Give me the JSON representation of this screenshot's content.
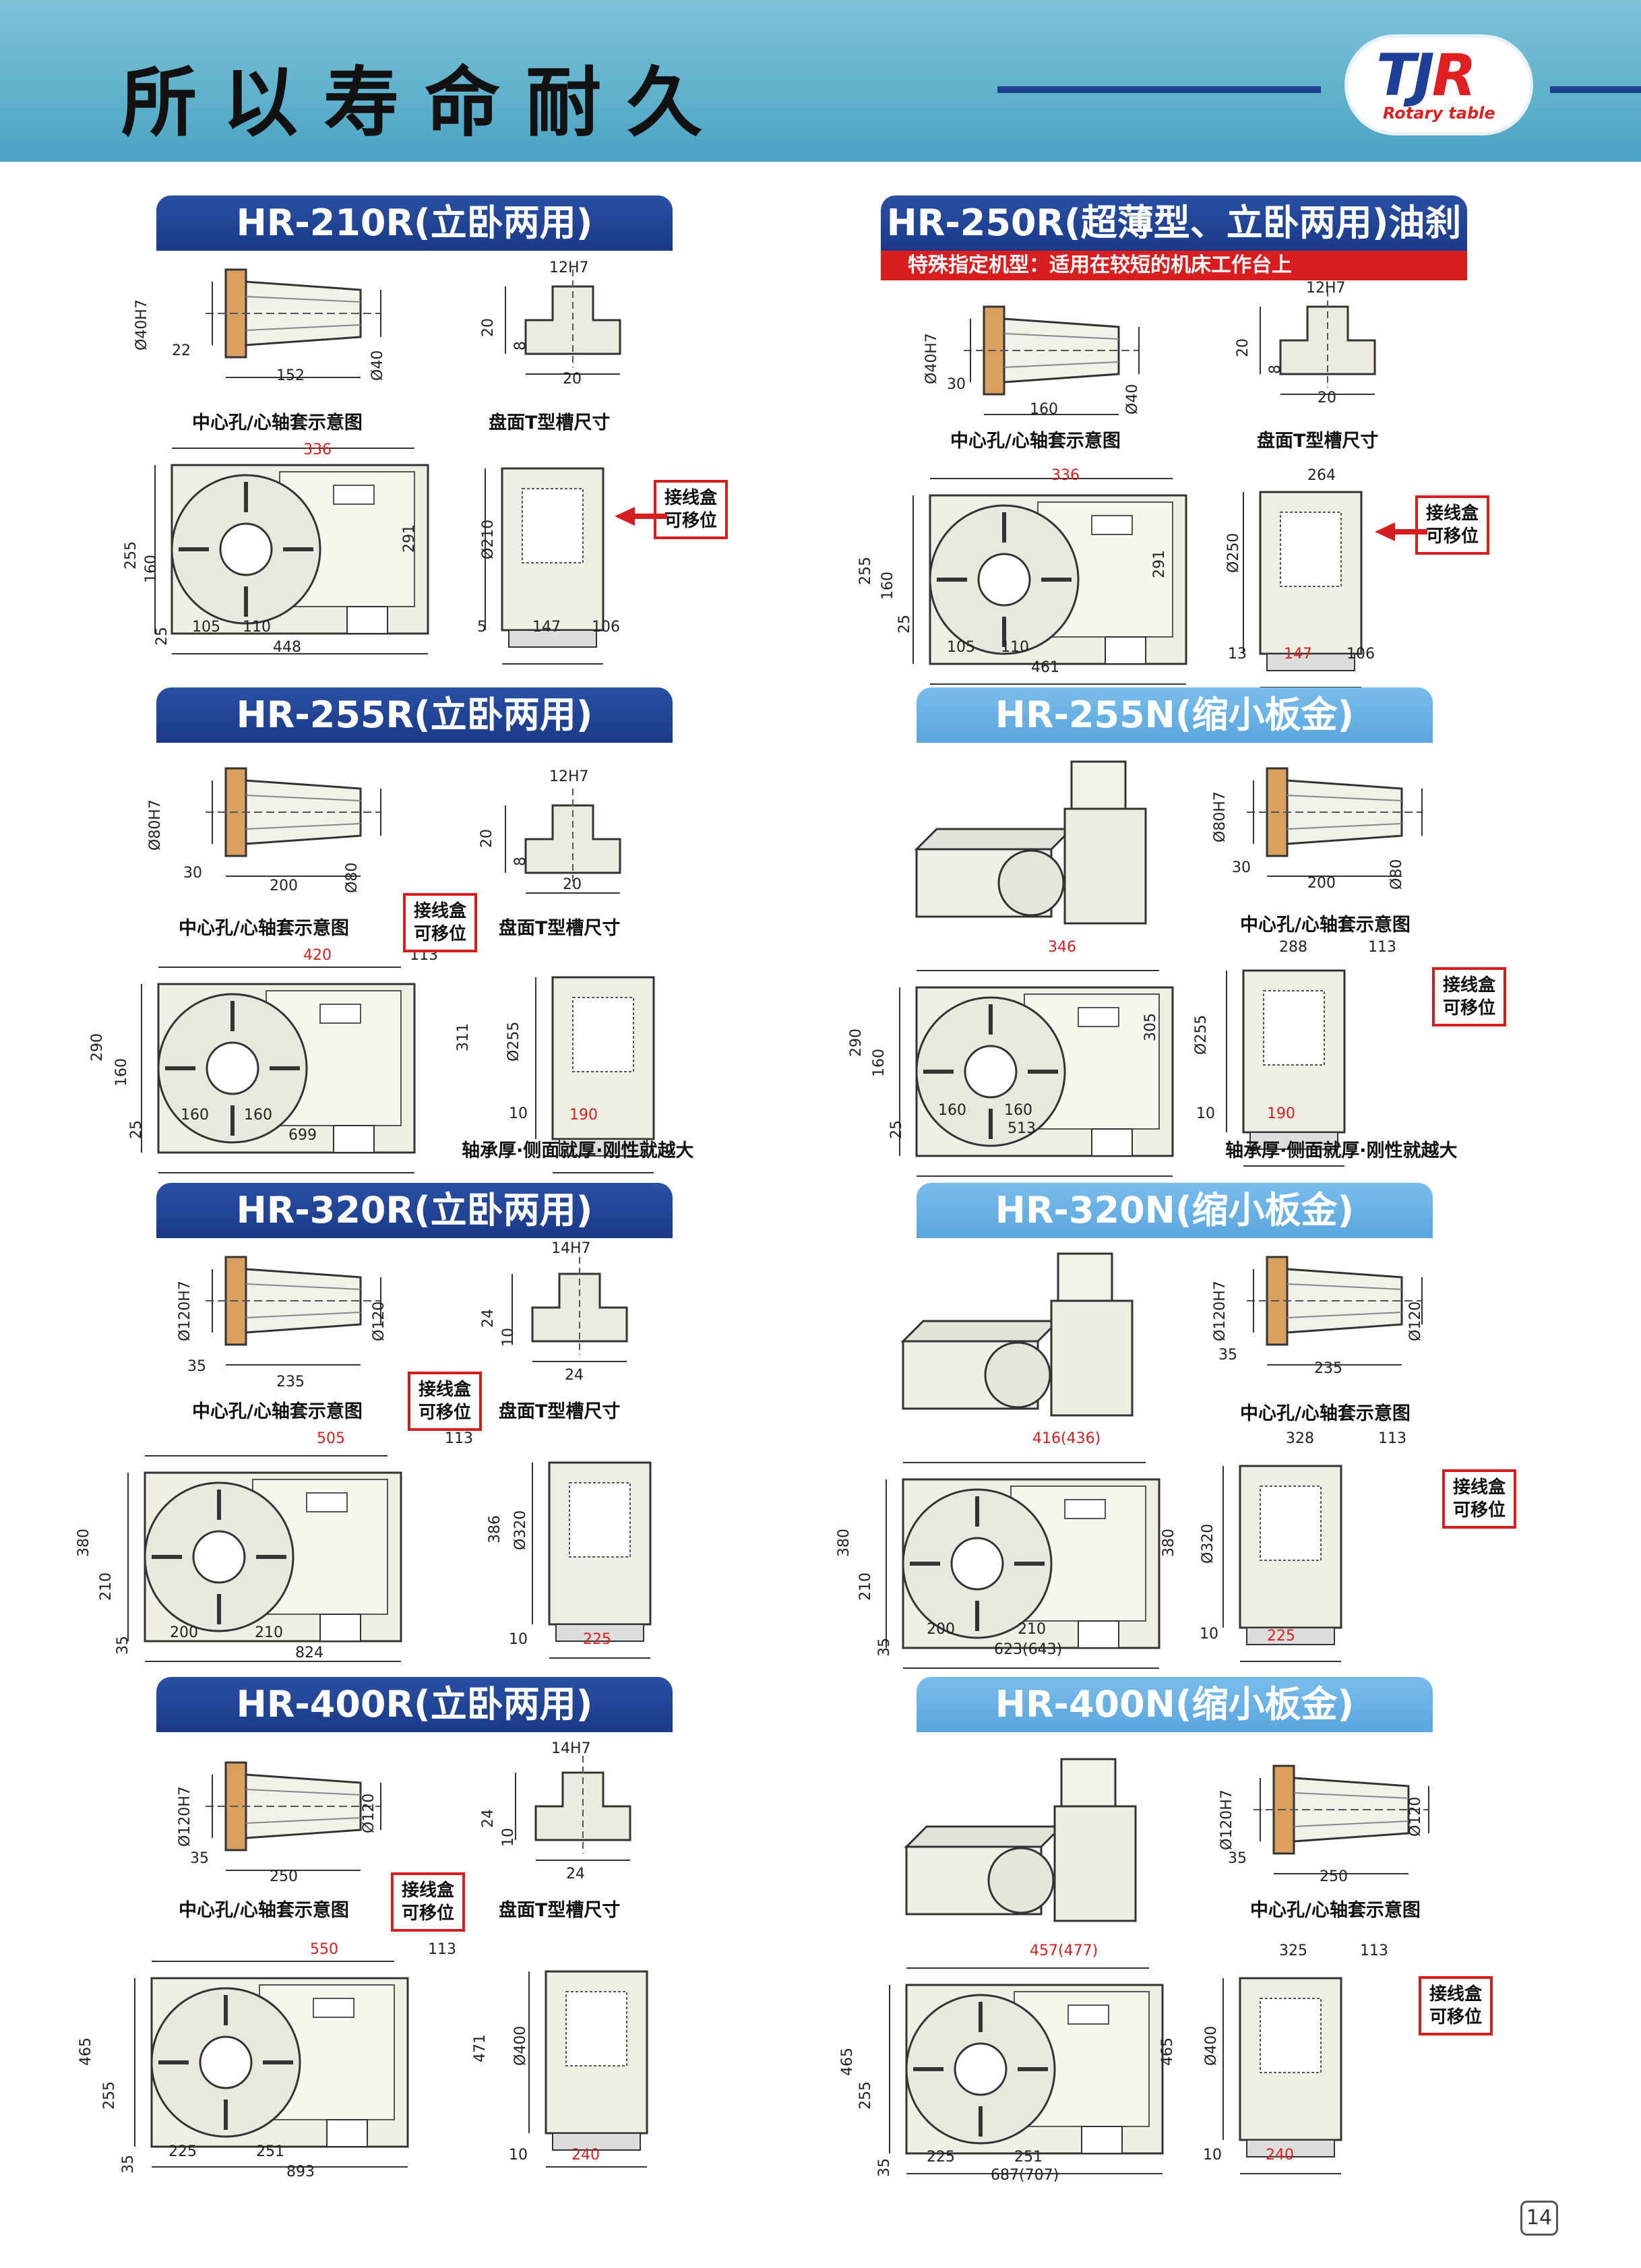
{
  "header": {
    "title": "所以寿命耐久",
    "logo_mark_left": "TJ",
    "logo_mark_right": "R",
    "logo_sub": "Rotary table",
    "colors": {
      "band": "#5fb0cb",
      "navy": "#1f3f8f",
      "red": "#d71e1e"
    }
  },
  "captions": {
    "bore": "中心孔/心轴套示意图",
    "tslot": "盘面T型槽尺寸",
    "callout_l1": "接线盒",
    "callout_l2": "可移位",
    "bearing_note": "轴承厚·侧面就厚·刚性就越大"
  },
  "models": {
    "hr210r": {
      "title": "HR-210R(立卧两用)",
      "bore": {
        "d": "Ø40H7",
        "a": "22",
        "len": "152",
        "od": "Ø40"
      },
      "tslot": {
        "w": "12H7",
        "h": "20",
        "s": "8",
        "b": "20"
      },
      "front": {
        "top": "336",
        "h1": "255",
        "h2": "160",
        "h3": "25",
        "a": "105",
        "b": "110",
        "total": "448",
        "side": "291"
      },
      "side": {
        "d": "Ø210",
        "a": "5",
        "b": "147",
        "c": "106"
      }
    },
    "hr250r": {
      "title": "HR-250R(超薄型、立卧两用)油刹",
      "special": "特殊指定机型：适用在较短的机床工作台上",
      "bore": {
        "d": "Ø40H7",
        "a": "30",
        "len": "160",
        "od": "Ø40"
      },
      "tslot": {
        "w": "12H7",
        "h": "20",
        "s": "8",
        "b": "20"
      },
      "front": {
        "top": "336",
        "h1": "255",
        "h2": "160",
        "h3": "25",
        "a": "105",
        "b": "110",
        "total": "461",
        "side": "291"
      },
      "side": {
        "top": "264",
        "d": "Ø250",
        "a": "13",
        "b": "147",
        "c": "106"
      }
    },
    "hr255r": {
      "title": "HR-255R(立卧两用)",
      "bore": {
        "d": "Ø80H7",
        "a": "30",
        "len": "200",
        "od": "Ø80"
      },
      "tslot": {
        "w": "12H7",
        "h": "20",
        "s": "8",
        "b": "20"
      },
      "front": {
        "top": "420",
        "box": "113",
        "h1": "290",
        "h2": "160",
        "h3": "25",
        "a": "160",
        "b": "160",
        "total": "699",
        "side": "311"
      },
      "side": {
        "d": "Ø255",
        "a": "10",
        "b": "190"
      }
    },
    "hr255n": {
      "title": "HR-255N(缩小板金)",
      "bore": {
        "d": "Ø80H7",
        "a": "30",
        "len": "200",
        "od": "Ø80"
      },
      "front": {
        "top": "346",
        "h1": "290",
        "h2": "160",
        "h3": "25",
        "a": "160",
        "b": "160",
        "total": "513",
        "side": "305"
      },
      "side": {
        "top": "288",
        "box": "113",
        "d": "Ø255",
        "a": "10",
        "b": "190"
      }
    },
    "hr320r": {
      "title": "HR-320R(立卧两用)",
      "bore": {
        "d": "Ø120H7",
        "a": "35",
        "len": "235",
        "od": "Ø120"
      },
      "tslot": {
        "w": "14H7",
        "h": "24",
        "s": "10",
        "b": "24"
      },
      "front": {
        "top": "505",
        "box": "113",
        "h1": "380",
        "h2": "210",
        "h3": "35",
        "a": "200",
        "b": "210",
        "total": "824",
        "side": "386"
      },
      "side": {
        "d": "Ø320",
        "a": "10",
        "b": "225"
      }
    },
    "hr320n": {
      "title": "HR-320N(缩小板金)",
      "bore": {
        "d": "Ø120H7",
        "a": "35",
        "len": "235",
        "od": "Ø120"
      },
      "front": {
        "top": "416(436)",
        "h1": "380",
        "h2": "210",
        "h3": "35",
        "a": "200",
        "b": "210",
        "total": "623(643)",
        "side": "380"
      },
      "side": {
        "top": "328",
        "box": "113",
        "d": "Ø320",
        "a": "10",
        "b": "225"
      }
    },
    "hr400r": {
      "title": "HR-400R(立卧两用)",
      "bore": {
        "d": "Ø120H7",
        "a": "35",
        "len": "250",
        "od": "Ø120"
      },
      "tslot": {
        "w": "14H7",
        "h": "24",
        "s": "10",
        "b": "24"
      },
      "front": {
        "top": "550",
        "box": "113",
        "h1": "465",
        "h2": "255",
        "h3": "35",
        "a": "225",
        "b": "251",
        "total": "893",
        "side": "471"
      },
      "side": {
        "d": "Ø400",
        "a": "10",
        "b": "240"
      }
    },
    "hr400n": {
      "title": "HR-400N(缩小板金)",
      "bore": {
        "d": "Ø120H7",
        "a": "35",
        "len": "250",
        "od": "Ø120"
      },
      "front": {
        "top": "457(477)",
        "h1": "465",
        "h2": "255",
        "h3": "35",
        "a": "225",
        "b": "251",
        "total": "687(707)",
        "side": "465"
      },
      "side": {
        "top": "325",
        "box": "113",
        "d": "Ø400",
        "a": "10",
        "b": "240"
      }
    }
  },
  "page_number": "14"
}
